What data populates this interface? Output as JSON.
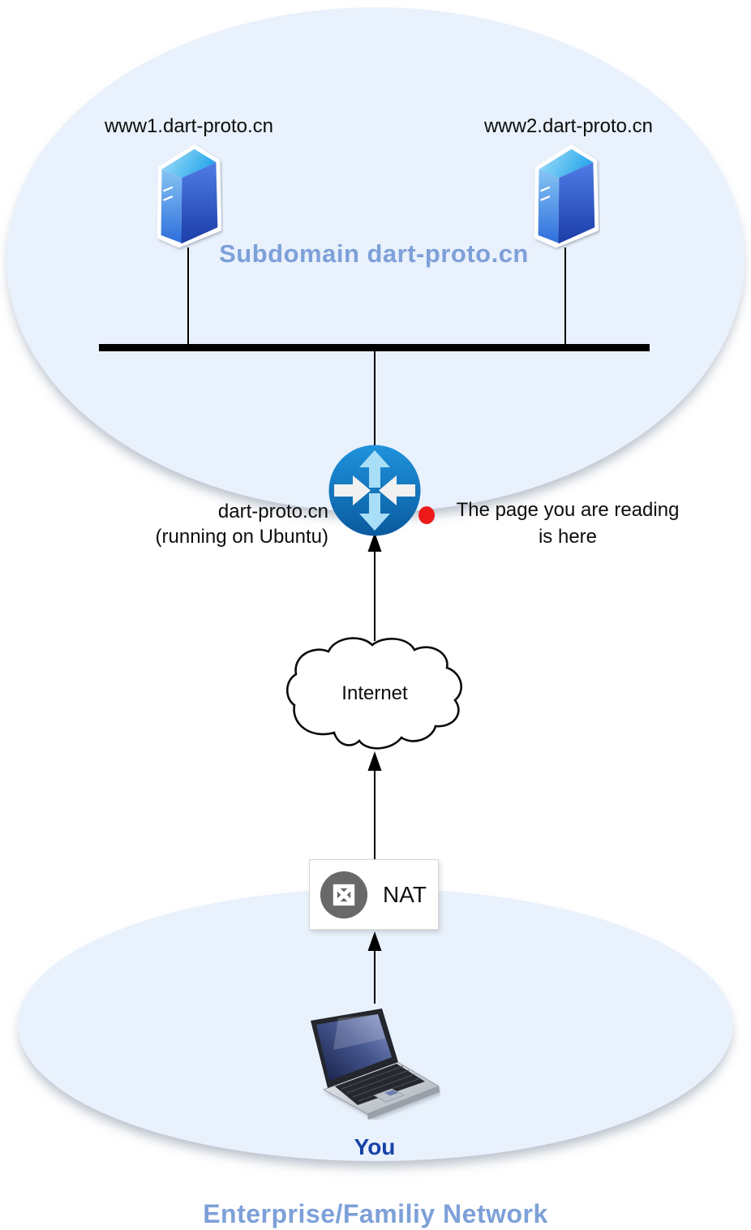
{
  "diagram": {
    "subdomain": {
      "server1_label": "www1.dart-proto.cn",
      "server2_label": "www2.dart-proto.cn",
      "title": "Subdomain dart-proto.cn"
    },
    "router": {
      "name_line1": "dart-proto.cn",
      "name_line2": "(running on Ubuntu)"
    },
    "annotation": {
      "line1": "The page you are reading",
      "line2": "is here"
    },
    "internet_label": "Internet",
    "nat_label": "NAT",
    "you_label": "You",
    "enterprise_title": "Enterprise/Familiy Network"
  },
  "icons": {
    "server1": "server-tower-icon",
    "server2": "server-tower-icon",
    "router": "router-icon",
    "nat": "nat-router-icon",
    "internet": "cloud-icon",
    "client": "laptop-icon",
    "marker": "red-dot-marker"
  },
  "colors": {
    "ellipse_fill": "#e9f1fc",
    "accent_blue_text": "#7da0d8",
    "you_text": "#1741a6",
    "router_blue_top": "#1f93dd",
    "router_blue_bottom": "#0a5a9e",
    "router_arrow_light": "#a8def8",
    "router_arrow_white": "#f1f1f1",
    "nat_icon_gray": "#696969",
    "marker_red": "#ee1a1a",
    "line_black": "#000000"
  }
}
